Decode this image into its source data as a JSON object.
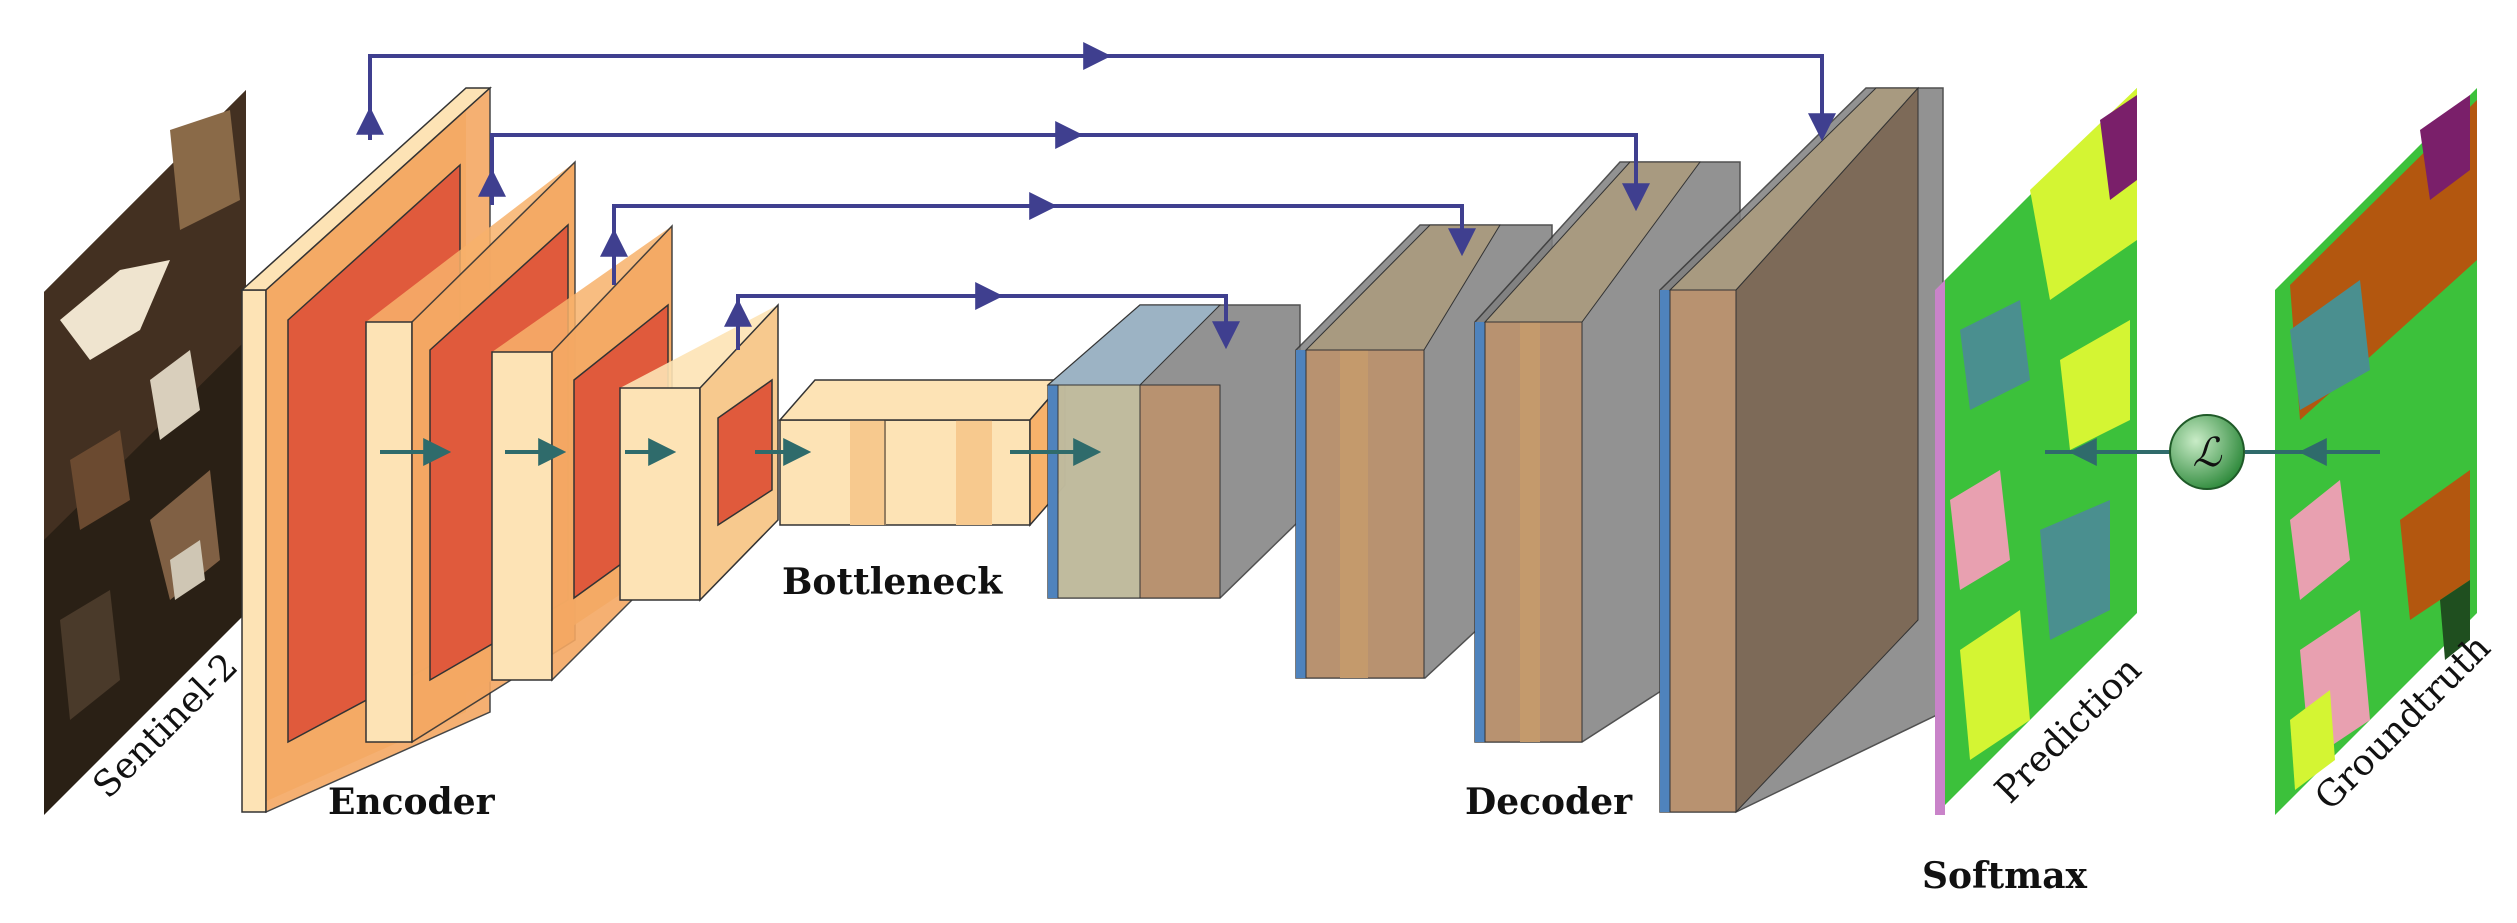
{
  "labels": {
    "sentinel": "Sentinel-2",
    "encoder": "Encoder",
    "bottleneck": "Bottleneck",
    "decoder": "Decoder",
    "softmax": "Softmax",
    "prediction": "Prediction",
    "groundtruth": "Groundtruth",
    "loss": "ℒ"
  },
  "colors": {
    "skip": "#3f3f8f",
    "flow": "#2f6b6b",
    "enc_light": "#fde3b5",
    "enc_mid": "#f7b26b",
    "enc_dark": "#e05a3c",
    "dec_blue": "#4f83bd",
    "dec_gray": "#808080",
    "loss_green": "#49a84f"
  }
}
